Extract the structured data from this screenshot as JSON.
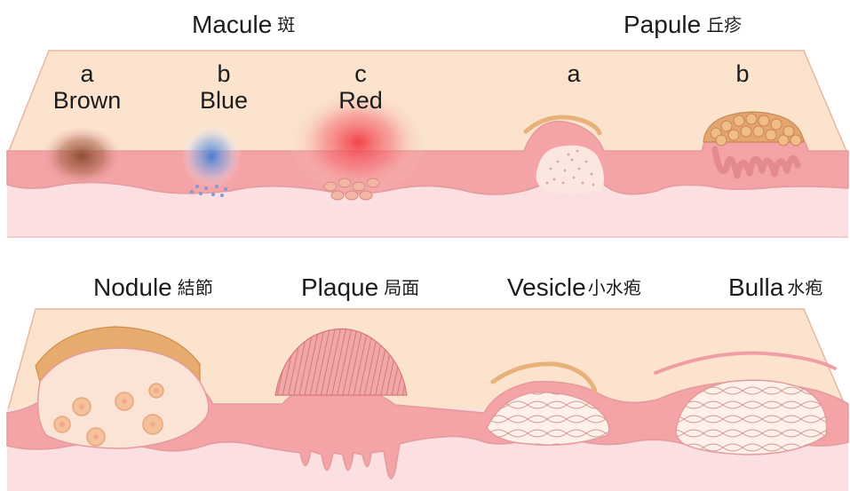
{
  "top_panel": {
    "macule": {
      "label": "Macule",
      "label_cn": "斑",
      "types": [
        {
          "letter": "a",
          "name": "Brown"
        },
        {
          "letter": "b",
          "name": "Blue"
        },
        {
          "letter": "c",
          "name": "Red"
        }
      ]
    },
    "papule": {
      "label": "Papule",
      "label_cn": "丘疹",
      "types": [
        {
          "letter": "a"
        },
        {
          "letter": "b"
        }
      ]
    }
  },
  "bottom_panel": {
    "nodule": {
      "label": "Nodule",
      "label_cn": "結節"
    },
    "plaque": {
      "label": "Plaque",
      "label_cn": "局面"
    },
    "vesicle": {
      "label": "Vesicle",
      "label_cn": "小水疱"
    },
    "bulla": {
      "label": "Bulla",
      "label_cn": "水疱"
    }
  },
  "colors": {
    "surface": "#fbe3ce",
    "epidermis": "#f4a3a6",
    "dermis": "#fce0e1",
    "outline": "#e39b9d",
    "brown": "#8a4a2e",
    "blue": "#4d84d6",
    "red": "#f04a4e"
  }
}
